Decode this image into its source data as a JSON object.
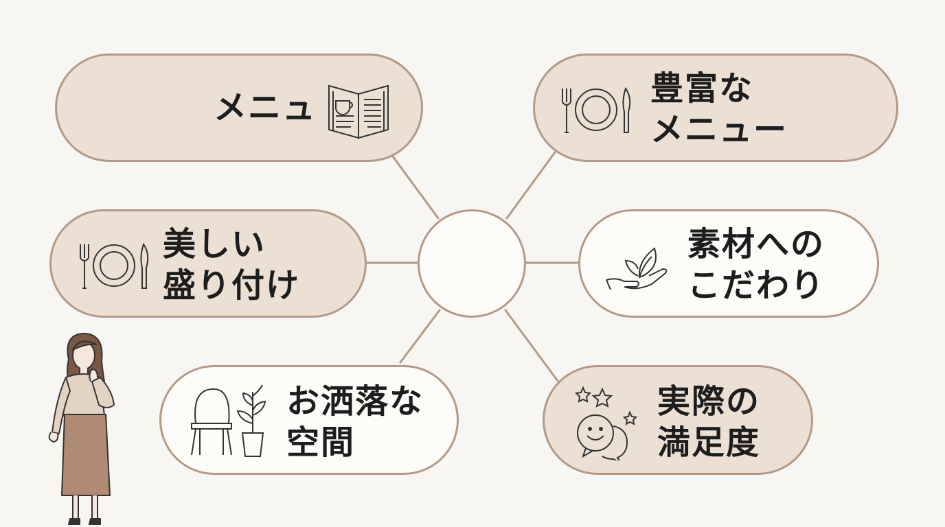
{
  "nodes": {
    "menu": {
      "line1": "メニュ",
      "icon": "menu-book-icon"
    },
    "rich_menu": {
      "line1": "豊富な",
      "line2": "メニュー",
      "icon": "plate-cutlery-icon"
    },
    "plating": {
      "line1": "美しい",
      "line2": "盛り付け",
      "icon": "plate-cutlery-icon"
    },
    "ingredients": {
      "line1": "素材への",
      "line2": "こだわり",
      "icon": "leaf-hand-icon"
    },
    "space": {
      "line1": "お洒落な",
      "line2": "空間",
      "icon": "chair-plant-icon"
    },
    "satisfaction": {
      "line1": "実際の",
      "line2": "満足度",
      "icon": "smile-stars-icon"
    }
  },
  "colors": {
    "background": "#f8f6f3",
    "pill_tan": "#ebe0d3",
    "pill_cream": "#fdfcf9",
    "border": "#b39a86",
    "text": "#1d1d1d"
  }
}
